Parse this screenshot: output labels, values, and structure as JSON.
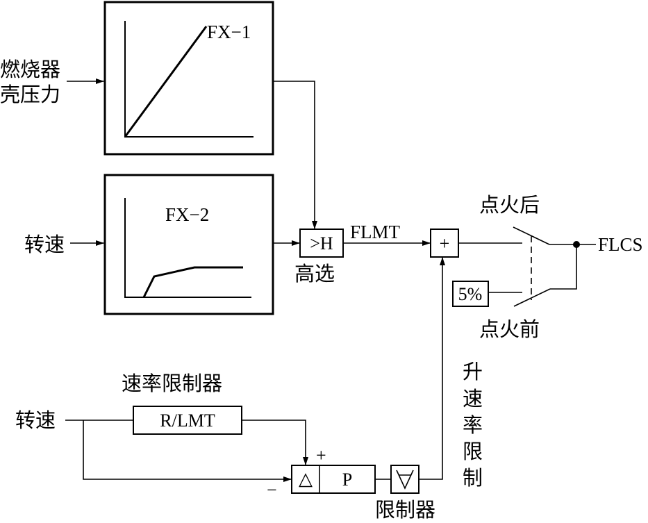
{
  "fx1": {
    "label": "FX−1"
  },
  "fx2": {
    "label": "FX−2"
  },
  "inputs": {
    "burner_shell_pressure": [
      "燃烧器",
      "壳压力"
    ],
    "speed_top": "转速",
    "speed_bottom": "转速"
  },
  "high_select": {
    "symbol": ">H",
    "label": "高选"
  },
  "flmt_label": "FLMT",
  "summer": {
    "symbol": "+"
  },
  "switch": {
    "after_ignition": "点火后",
    "before_ignition": "点火前"
  },
  "floor_value": {
    "label": "5%"
  },
  "output_label": "FLCS",
  "rate_limiter": {
    "title": "速率限制器",
    "symbol": "R/LMT"
  },
  "comparator": {
    "plus": "+",
    "minus": "−",
    "delta": "△",
    "p": "P"
  },
  "limiter": {
    "label": "限制器",
    "icon": "low-limit-icon"
  },
  "rise_rate_limit": [
    "升",
    "速",
    "率",
    "限",
    "制"
  ]
}
